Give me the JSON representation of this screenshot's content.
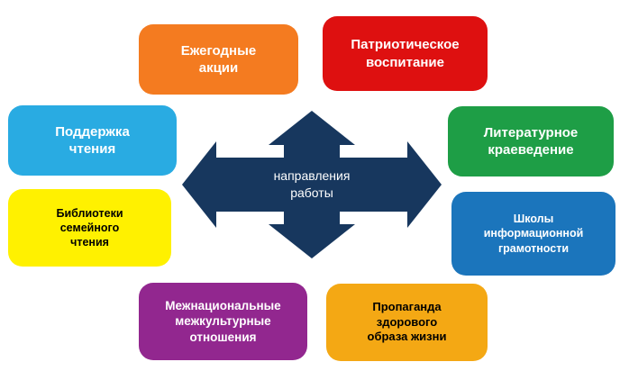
{
  "center": {
    "label": "направления\nработы",
    "color": "#17375E",
    "text_color": "#FFFFFF"
  },
  "nodes": [
    {
      "id": "annual-actions",
      "label": "Ежегодные\nакции",
      "bg": "#F47B20",
      "fg": "#FFFFFF"
    },
    {
      "id": "patriotic-education",
      "label": "Патриотическое\nвоспитание",
      "bg": "#DE1010",
      "fg": "#FFFFFF"
    },
    {
      "id": "reading-support",
      "label": "Поддержка\nчтения",
      "bg": "#29ABE2",
      "fg": "#FFFFFF"
    },
    {
      "id": "literary-local-history",
      "label": "Литературное\nкраеведение",
      "bg": "#1E9E46",
      "fg": "#FFFFFF"
    },
    {
      "id": "family-reading-libraries",
      "label": "Библиотеки\nсемейного\nчтения",
      "bg": "#FFF100",
      "fg": "#000000"
    },
    {
      "id": "information-literacy-schools",
      "label": "Школы\nинформационной\nграмотности",
      "bg": "#1B75BC",
      "fg": "#FFFFFF"
    },
    {
      "id": "interethnic-relations",
      "label": "Межнациональные\nмежкультурные\nотношения",
      "bg": "#92278F",
      "fg": "#FFFFFF"
    },
    {
      "id": "healthy-lifestyle-promotion",
      "label": "Пропаганда\nздорового\nобраза жизни",
      "bg": "#F4A814",
      "fg": "#000000"
    }
  ]
}
